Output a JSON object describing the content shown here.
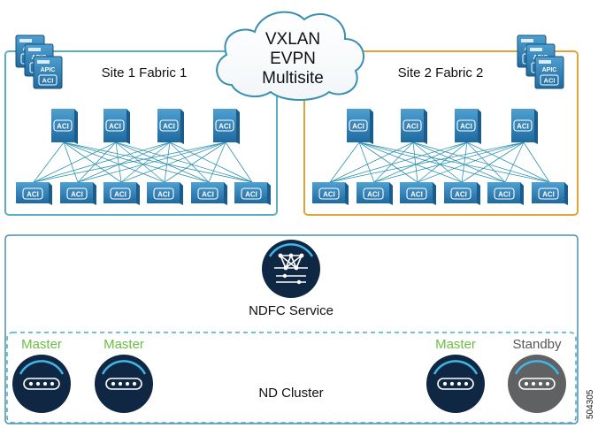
{
  "cloud": {
    "lines": [
      "VXLAN",
      "EVPN",
      "Multisite"
    ]
  },
  "sites": [
    {
      "label": "Site 1 Fabric 1",
      "border": "#5aaec4"
    },
    {
      "label": "Site 2 Fabric 2",
      "border": "#e0a33a"
    }
  ],
  "device_label": "ACI",
  "apic_label": "APIC",
  "ndfc": {
    "label": "NDFC Service"
  },
  "cluster": {
    "label": "ND Cluster",
    "nodes": [
      {
        "role": "Master",
        "state": "active"
      },
      {
        "role": "Master",
        "state": "active"
      },
      {
        "role": "Master",
        "state": "active"
      },
      {
        "role": "Standby",
        "state": "standby"
      }
    ]
  },
  "figure_id": "504305",
  "colors": {
    "site1_border": "#5aaec4",
    "site2_border": "#e0a33a",
    "device_fill": "#2e7fb5",
    "device_dark": "#1a5d8c",
    "link": "#2f93b0",
    "node_dark": "#0f2742",
    "node_standby": "#5f6163",
    "arc": "#3fb7e6",
    "master_text": "#6cbd45",
    "standby_text": "#555555"
  }
}
